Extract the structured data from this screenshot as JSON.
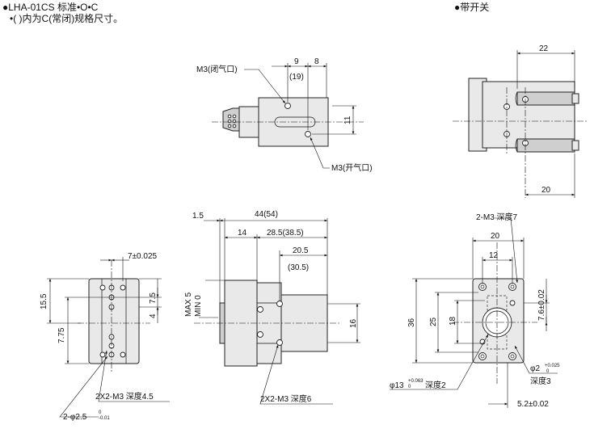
{
  "header": {
    "model_title": "●LHA-01CS 标准•O•C",
    "note": "•(   )内为C(常闭)规格尺寸。",
    "switch_title": "●带开关"
  },
  "top_view": {
    "port_closed": "M3(闭气口)",
    "port_open": "M3(开气口)",
    "dim_9": "9",
    "dim_8": "8",
    "dim_19": "(19)",
    "dim_11": "11"
  },
  "switch_view": {
    "dim_22": "22",
    "dim_20": "20"
  },
  "end_view": {
    "dim_7": "7±0.025",
    "dim_15_5": "15.5",
    "dim_7_5": "7.5",
    "dim_4": "4",
    "dim_7_75": "7.75",
    "tap_holes": "2X2-M3 深度4.5",
    "pin_holes": "2-φ2.5",
    "pin_tol_upper": "0",
    "pin_tol_lower": "-0.01"
  },
  "side_view": {
    "dim_1_5": "1.5",
    "dim_44": "44(54)",
    "dim_14": "14",
    "dim_28_5": "28.5(38.5)",
    "dim_20_5": "20.5",
    "dim_30_5": "(30.5)",
    "dim_max5": "MAX 5",
    "dim_min0": "MIN 0",
    "dim_16": "16",
    "tap_holes": "2X2-M3 深度6"
  },
  "bottom_view": {
    "tap_label": "2-M3 深度7",
    "dim_20": "20",
    "dim_12": "12",
    "dim_36": "36",
    "dim_25": "25",
    "dim_18": "18",
    "dim_7_6": "7.6±0.02",
    "phi2": "φ2",
    "phi2_tol_upper": "+0.025",
    "phi2_tol_lower": "0",
    "phi2_depth": "深度3",
    "phi13": "φ13",
    "phi13_tol_upper": "+0.063",
    "phi13_tol_lower": "0",
    "phi13_depth": "深度2",
    "dim_5_2": "5.2±0.02"
  }
}
